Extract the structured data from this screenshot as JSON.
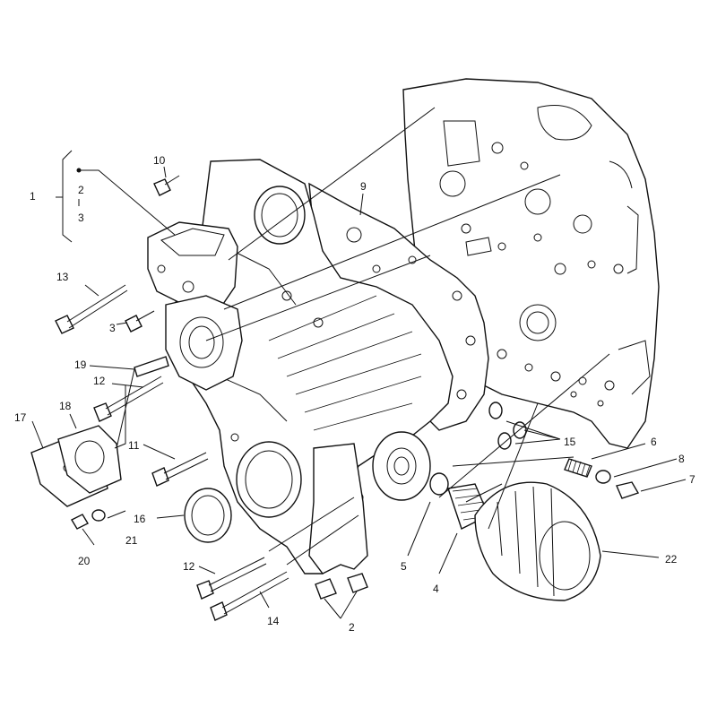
{
  "diagram": {
    "callouts": {
      "c1": "1",
      "c2a": "2",
      "c3a": "3",
      "c10": "10",
      "c9": "9",
      "c13": "13",
      "c3b": "3",
      "c19": "19",
      "c12a": "12",
      "c18": "18",
      "c17": "17",
      "c11": "11",
      "c16": "16",
      "c21": "21",
      "c20": "20",
      "c12b": "12",
      "c14": "14",
      "c2b": "2",
      "c5": "5",
      "c4": "4",
      "c15": "15",
      "c6": "6",
      "c8": "8",
      "c7": "7",
      "c22": "22"
    }
  }
}
